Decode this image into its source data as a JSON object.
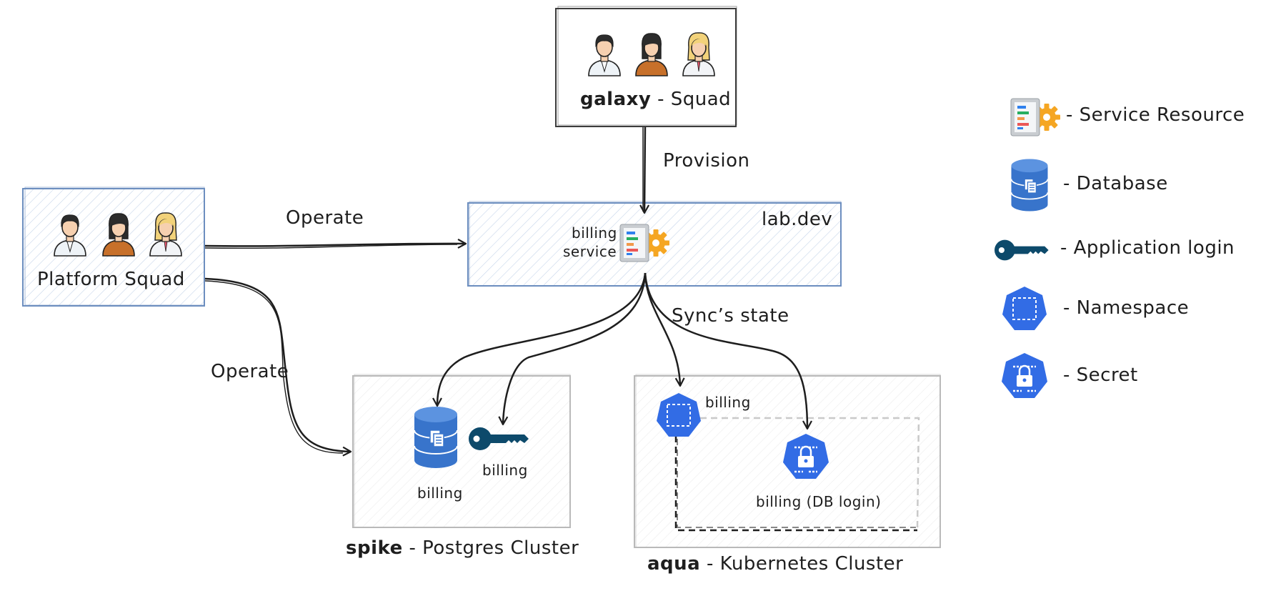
{
  "squads": {
    "galaxy": {
      "name": "galaxy",
      "suffix": " - Squad"
    },
    "platform": {
      "label": "Platform Squad"
    }
  },
  "edges": {
    "provision": "Provision",
    "operate_top": "Operate",
    "operate_bottom": "Operate",
    "sync_state": "Sync’s state"
  },
  "lab_dev": {
    "title": "lab.dev",
    "service_label_line1": "billing",
    "service_label_line2": "service"
  },
  "spike": {
    "name": "spike",
    "suffix": " - Postgres Cluster",
    "database_label": "billing",
    "login_label": "billing"
  },
  "aqua": {
    "name": "aqua",
    "suffix": " - Kubernetes Cluster",
    "namespace_label": "billing",
    "secret_label": "billing (DB login)"
  },
  "legend": [
    {
      "icon": "service-resource-icon",
      "label": "- Service Resource"
    },
    {
      "icon": "database-icon",
      "label": "- Database"
    },
    {
      "icon": "key-icon",
      "label": "- Application login"
    },
    {
      "icon": "namespace-icon",
      "label": "- Namespace"
    },
    {
      "icon": "secret-icon",
      "label": "- Secret"
    }
  ],
  "colors": {
    "k8s_blue": "#326ce5",
    "box_blue": "#6c8ebf",
    "key_navy": "#0d4a6b",
    "gear_yellow": "#f5a623"
  }
}
